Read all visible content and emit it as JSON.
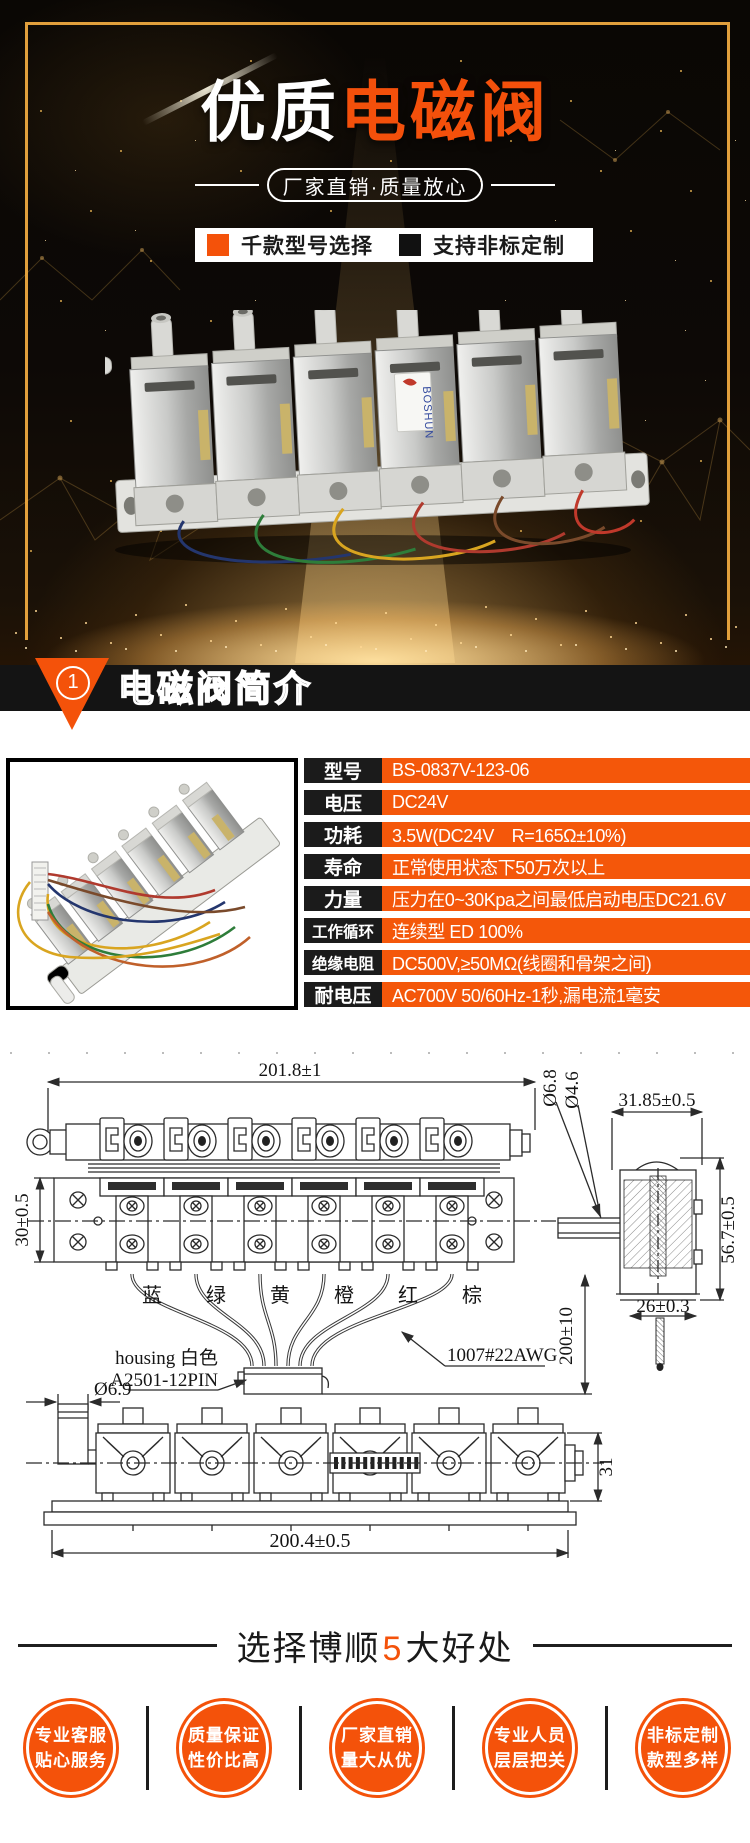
{
  "hero": {
    "title": {
      "white": "优质",
      "orange": "电磁阀"
    },
    "subtitle": "厂家直销·质量放心",
    "badges": [
      {
        "label": "千款型号选择"
      },
      {
        "label": "支持非标定制"
      }
    ],
    "photo_brand": "BOSHUN"
  },
  "section_intro": {
    "number": "1",
    "title": "电磁阀简介"
  },
  "specs": {
    "rows": [
      {
        "label": "型号",
        "value": "BS-0837V-123-06"
      },
      {
        "label": "电压",
        "value": "DC24V"
      },
      {
        "label": "功耗",
        "value": "3.5W(DC24V　R=165Ω±10%)"
      },
      {
        "label": "寿命",
        "value": "正常使用状态下50万次以上"
      },
      {
        "label": "力量",
        "value": "压力在0~30Kpa之间最低启动电压DC21.6V"
      },
      {
        "label": "工作循环",
        "value": "连续型 ED 100%"
      },
      {
        "label": "绝缘电阻",
        "value": "DC500V,≥50MΩ(线圈和骨架之间)"
      },
      {
        "label": "耐电压",
        "value": "AC700V 50/60Hz-1秒,漏电流1毫安"
      }
    ]
  },
  "drawing": {
    "dim_overall": "201.8±1",
    "dim_port_outer": "Ø6.8",
    "dim_port_inner": "Ø4.6",
    "dim_side_width": "31.85±0.5",
    "dim_side_height": "56.7±0.5",
    "dim_bracket_height": "30±0.5",
    "dim_plunger": "26±0.3",
    "dim_wire_length": "200±10",
    "wire_spec": "1007#22AWG",
    "housing_line1": "housing 白色",
    "housing_line2": "A2501-12PIN",
    "dim_elbow": "Ø6.9",
    "dim_front_height": "31",
    "dim_front_width": "200.4±0.5",
    "wire_labels": [
      "蓝",
      "绿",
      "黄",
      "橙",
      "红",
      "棕"
    ]
  },
  "benefits": {
    "title": {
      "part1": "选择博顺",
      "part2": "5",
      "part3": "大好处"
    },
    "items": [
      {
        "line1": "专业客服",
        "line2": "贴心服务"
      },
      {
        "line1": "质量保证",
        "line2": "性价比高"
      },
      {
        "line1": "厂家直销",
        "line2": "量大从优"
      },
      {
        "line1": "专业人员",
        "line2": "层层把关"
      },
      {
        "line1": "非标定制",
        "line2": "款型多样"
      }
    ]
  },
  "colors": {
    "accent": "#f4520a",
    "gold": "#eda83f",
    "table_orange": "#f4570a",
    "band_black": "#141414"
  }
}
